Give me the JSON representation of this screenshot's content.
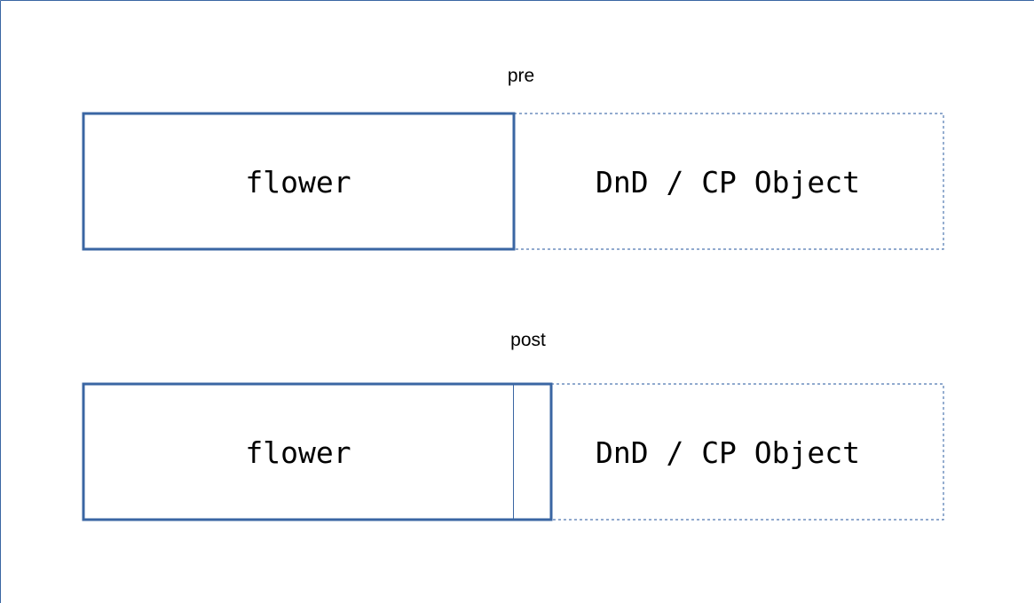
{
  "colors": {
    "stroke": "#3a66a3",
    "dashed_stroke": "#4f78b0",
    "text": "#000000",
    "background": "#ffffff"
  },
  "pre": {
    "caption": "pre",
    "solid_box_label": "flower",
    "dashed_box_label": "DnD / CP Object"
  },
  "post": {
    "caption": "post",
    "solid_box_label": "flower",
    "dashed_box_label": "DnD / CP Object"
  }
}
